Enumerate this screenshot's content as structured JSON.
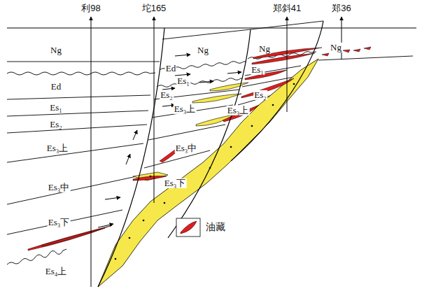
{
  "diagram": {
    "labels": [
      "利98",
      "坨165",
      "郑斜41",
      "郑36",
      "Ng",
      "Ed",
      "Es₁",
      "Es₂",
      "Es₃上",
      "Es₃中",
      "Es₃下",
      "Es₄上",
      "Ng",
      "Ed",
      "Es₁",
      "Es₂",
      "Es₃上",
      "Es₃中",
      "Es₃下",
      "Ng",
      "Es₁",
      "Es₂",
      "Es₃上",
      "Ng"
    ],
    "legend": [
      {
        "text": "油藏"
      }
    ]
  }
}
